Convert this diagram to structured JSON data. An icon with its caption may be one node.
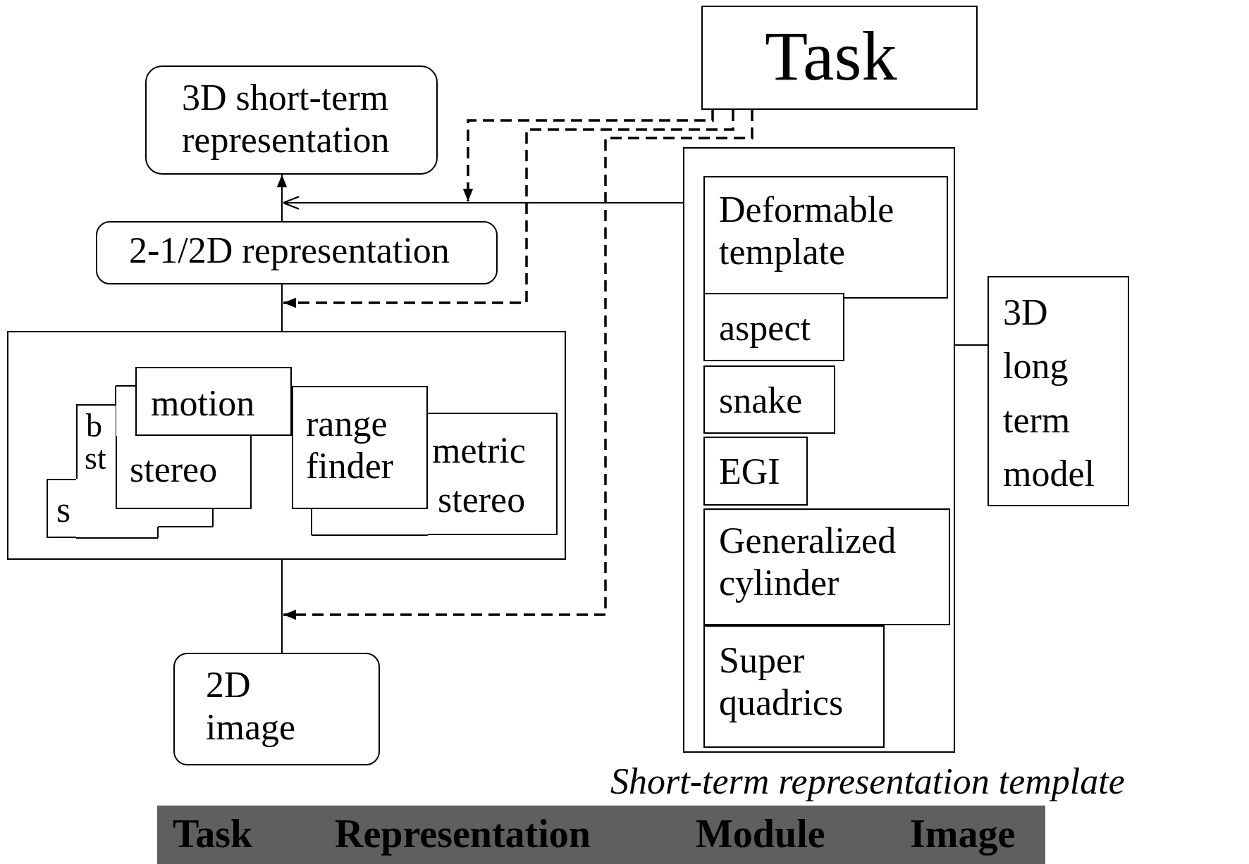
{
  "diagram": {
    "nodes": [
      {
        "text": [
          "Task"
        ]
      },
      {
        "text": [
          "3D short-term representation"
        ]
      },
      {
        "text": [
          "2-1/2D representation"
        ]
      },
      {
        "text": [],
        "shape": "box"
      },
      {
        "text": [
          "s"
        ],
        "in": 3
      },
      {
        "text": [
          "b",
          "st"
        ],
        "in": 3
      },
      {
        "text": [
          "stereo"
        ],
        "in": 3
      },
      {
        "text": [
          "motion"
        ],
        "in": 3
      },
      {
        "text": [
          "range finder"
        ],
        "in": 3
      },
      {
        "text": [
          "metric",
          "stereo"
        ],
        "in": 3
      },
      {
        "text": [
          "2D image"
        ]
      },
      {
        "text": [
          "Short-term representation template"
        ]
      },
      {
        "text": [
          "Deformable template"
        ],
        "in": 11
      },
      {
        "text": [
          "aspect"
        ],
        "in": 11
      },
      {
        "text": [
          "snake"
        ],
        "in": 11
      },
      {
        "text": [
          "EGI"
        ],
        "in": 11
      },
      {
        "text": [
          "Generalized cylinder"
        ],
        "in": 11
      },
      {
        "text": [
          "Super quadrics"
        ],
        "in": 11
      },
      {
        "text": [
          "3D long term model"
        ]
      }
    ],
    "edges": [
      {
        "from": 10,
        "to": 3,
        "arrow": "none"
      },
      {
        "from": 3,
        "to": 2,
        "arrow": "none"
      },
      {
        "from": 2,
        "to": 1,
        "arrow": "to"
      },
      {
        "from": 11,
        "to": 2,
        "arrow": "to"
      },
      {
        "from": 18,
        "to": 11,
        "arrow": "none"
      },
      {
        "from": 0,
        "to": 2,
        "arrow": "to",
        "style": "dashed"
      },
      {
        "from": 0,
        "to": 2,
        "arrow": "to",
        "style": "dashed"
      },
      {
        "from": 0,
        "to": null,
        "arrow": "to",
        "style": "dashed"
      }
    ],
    "labels": [
      "Task",
      "Representation",
      "Module",
      "Image"
    ]
  }
}
